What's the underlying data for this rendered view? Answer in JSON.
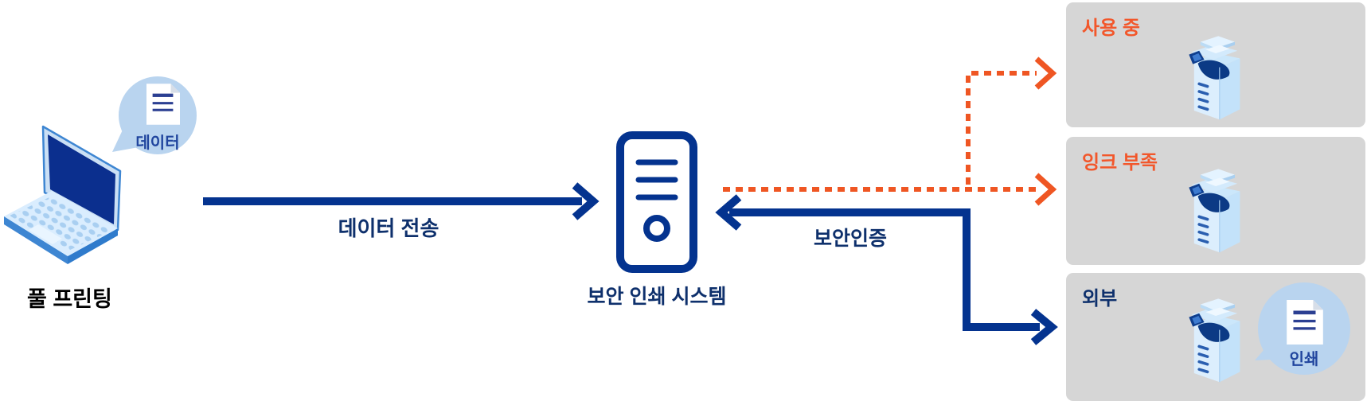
{
  "diagram": {
    "client": {
      "label": "풀 프린팅",
      "bubble_label": "데이터"
    },
    "server": {
      "label": "보안 인쇄 시스템"
    },
    "flows": {
      "data_transfer_label": "데이터 전송",
      "auth_label": "보안인증"
    },
    "printers": [
      {
        "status": "사용 중",
        "state": "busy",
        "status_color": "#F2572B",
        "route_style": "dashed-orange"
      },
      {
        "status": "잉크 부족",
        "state": "low-ink",
        "status_color": "#F2572B",
        "route_style": "dashed-orange"
      },
      {
        "status": "외부",
        "state": "external",
        "status_color": "#0E306C",
        "route_style": "solid-blue",
        "bubble_label": "인쇄"
      }
    ],
    "colors": {
      "arrow_navy": "#04338F",
      "text_navy": "#0E306C",
      "orange": "#EF5623",
      "orange_text": "#F2572B",
      "box_gray": "#D6D6D6",
      "bubble_blue": "#B9D4EF",
      "bubble_text_navy": "#20459E",
      "client_label_black": "#000000"
    }
  }
}
